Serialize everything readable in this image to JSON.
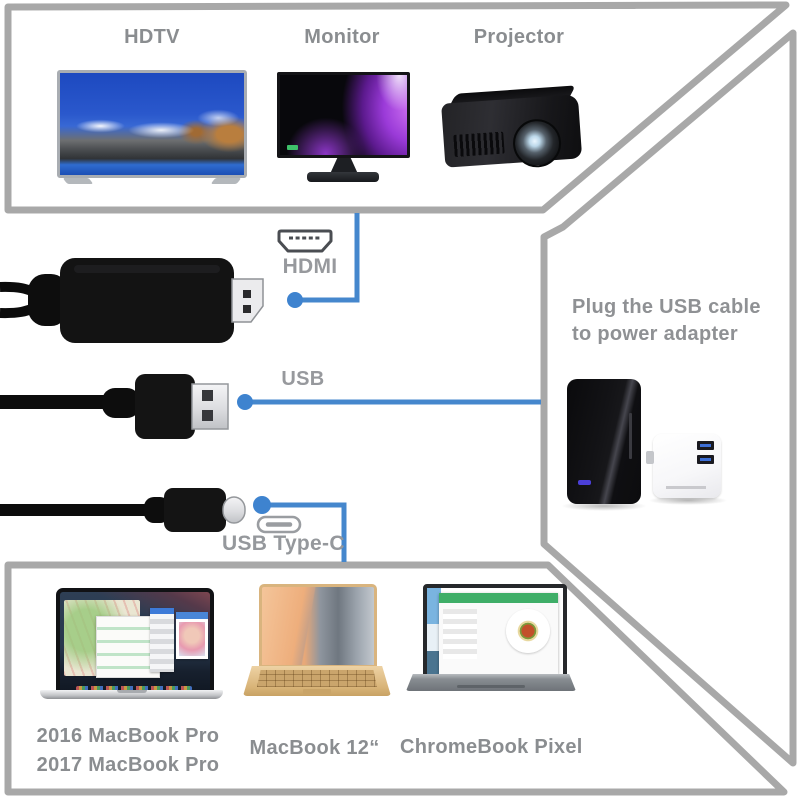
{
  "colors": {
    "accent_blue": "#4587cd",
    "frame_gray": "#a8a8a8",
    "label_gray": "#8a8d90"
  },
  "icons": {
    "hdmi_port": "hdmi-port-icon",
    "usb_type_c_port": "usb-type-c-port-icon"
  },
  "top_panel": {
    "devices": [
      {
        "label": "HDTV"
      },
      {
        "label": "Monitor"
      },
      {
        "label": "Projector"
      }
    ]
  },
  "cable": {
    "hdmi": {
      "label": "HDMI"
    },
    "usb": {
      "label": "USB"
    },
    "usb_c": {
      "label": "USB Type-C"
    }
  },
  "right_panel": {
    "note_line1": "Plug the USB cable",
    "note_line2": "to power adapter"
  },
  "bottom_panel": {
    "macbook_pro_line1": "2016 MacBook Pro",
    "macbook_pro_line2": "2017 MacBook Pro",
    "macbook_12": "MacBook 12“",
    "chromebook": "ChromeBook Pixel"
  }
}
